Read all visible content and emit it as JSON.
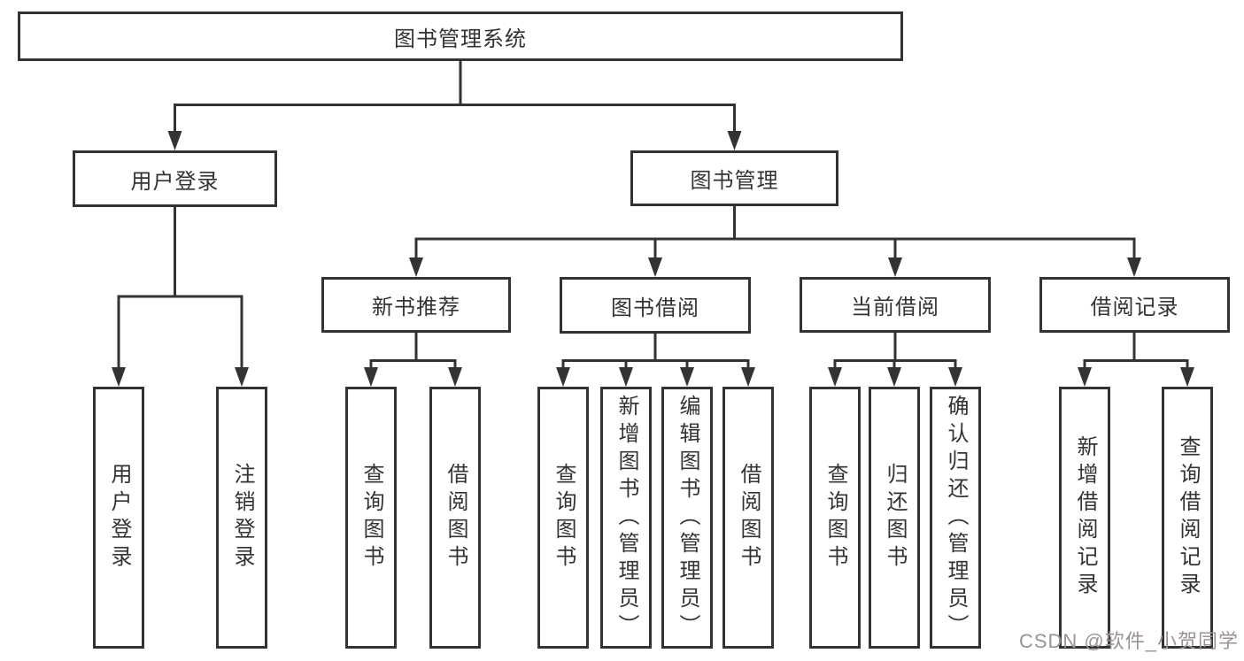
{
  "diagram": {
    "nodes": {
      "root": {
        "label": "图书管理系统"
      },
      "user_login_branch": {
        "label": "用户登录"
      },
      "book_management": {
        "label": "图书管理"
      },
      "new_book_recommend": {
        "label": "新书推荐"
      },
      "book_borrowing": {
        "label": "图书借阅"
      },
      "current_borrowing": {
        "label": "当前借阅"
      },
      "borrowing_records": {
        "label": "借阅记录"
      },
      "user_login": {
        "label": "用户登录"
      },
      "logout": {
        "label": "注销登录"
      },
      "nb_query": {
        "label": "查询图书"
      },
      "nb_borrow": {
        "label": "借阅图书"
      },
      "bb_query": {
        "label": "查询图书"
      },
      "bb_add": {
        "label": "新增图书（管理员）"
      },
      "bb_edit": {
        "label": "编辑图书（管理员）"
      },
      "bb_borrow": {
        "label": "借阅图书"
      },
      "cb_query": {
        "label": "查询图书"
      },
      "cb_return": {
        "label": "归还图书"
      },
      "cb_confirm": {
        "label": "确认归还（管理员）"
      },
      "br_add": {
        "label": "新增借阅记录"
      },
      "br_query": {
        "label": "查询借阅记录"
      }
    },
    "watermark": {
      "label": "CSDN @软件_小贺同学"
    },
    "colors": {
      "line": "#333333",
      "text": "#333333",
      "background": "#ffffff",
      "watermark": "#9b9296"
    }
  }
}
